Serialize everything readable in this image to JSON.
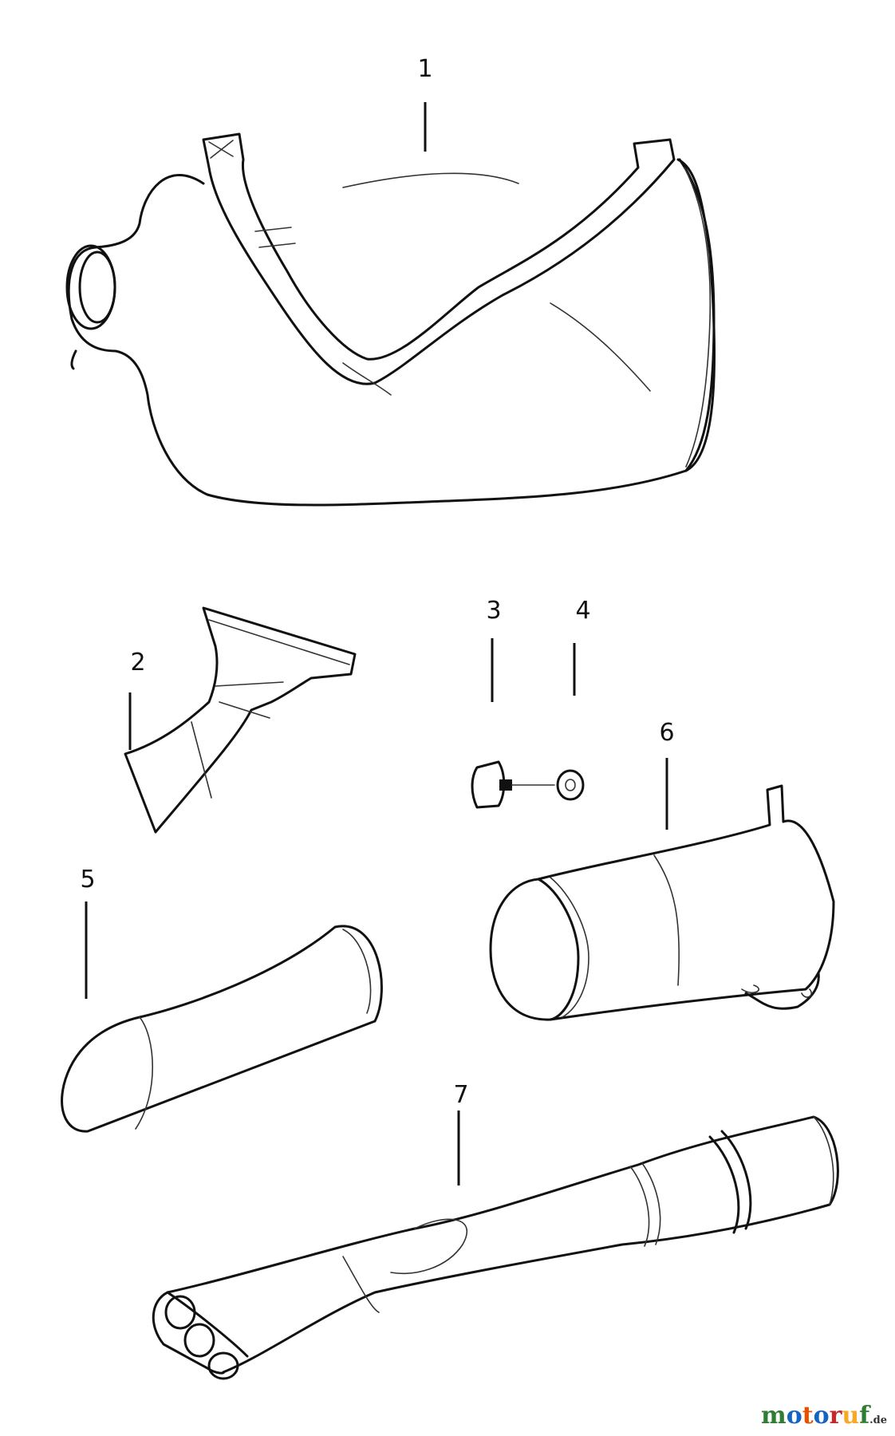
{
  "callouts": [
    "1",
    "2",
    "3",
    "4",
    "5",
    "6",
    "7"
  ],
  "watermark": {
    "letters": [
      "m",
      "o",
      "t",
      "o",
      "r",
      "u",
      "f"
    ],
    "tld": ".de",
    "colors": [
      "#2e7d32",
      "#1565c0",
      "#e65100",
      "#1565c0",
      "#c62828",
      "#f9a825",
      "#2e7d32"
    ]
  }
}
